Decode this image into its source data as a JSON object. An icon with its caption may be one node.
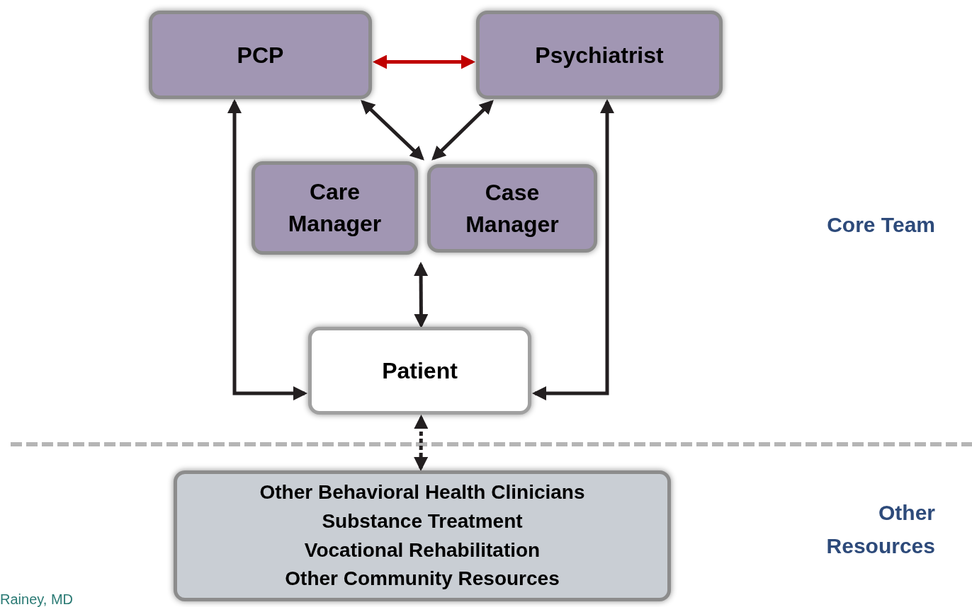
{
  "diagram": {
    "nodes": [
      {
        "text": [
          "PCP"
        ]
      },
      {
        "text": [
          "Psychiatrist"
        ]
      },
      {
        "text": [
          "Care Manager"
        ]
      },
      {
        "text": [
          "Case Manager"
        ]
      },
      {
        "text": [
          "Patient"
        ]
      },
      {
        "text": [
          "Other Behavioral Health Clinicians",
          "Substance Treatment",
          "Vocational Rehabilitation",
          "Other Community Resources"
        ]
      }
    ],
    "edges": [
      {
        "from": 0,
        "to": 1,
        "arrow": "both",
        "color": "#c00000"
      },
      {
        "from": 0,
        "to": 2,
        "arrow": "both"
      },
      {
        "from": 1,
        "to": 3,
        "arrow": "both"
      },
      {
        "from": 2,
        "to": 4,
        "arrow": "both"
      },
      {
        "from": 4,
        "to": 0,
        "arrow": "both"
      },
      {
        "from": 4,
        "to": 1,
        "arrow": "both"
      },
      {
        "from": 4,
        "to": 5,
        "arrow": "both",
        "style": "dashed"
      }
    ],
    "labels": [
      "Core Team",
      "Other Resources",
      "Rainey, MD"
    ]
  }
}
